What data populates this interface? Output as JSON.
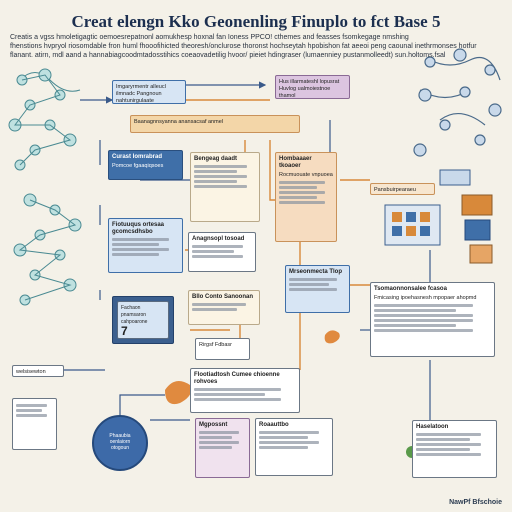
{
  "title": "Creat elengn Kko Geonenling Finuplo to fct Base 5",
  "intro_lines": [
    "Creatis a vgss hmoletigagtic oemoesrepatnonl aomukhesp hoxnal fan Ioness PPCO! cthemes and feasses fsomkegage nmshing",
    "fhenstions hvpryol riosomdable fron huml fhooofihicted theoresh/onclurose thoronst hochseytah hpobishon fat aeeoi peng caounal inethrmonses hotfur",
    "flanant. atirn, mdl aand a hannabiagcoodmtadosstihics coeaovadetilig hvoor/ pieiet hdingraser (lumaenniey pustanmolleedt) sun.holtoms.fsal"
  ],
  "nodes": {
    "top_center": "Imgaryrmentr alleucl ilmnadc Pangnoun nahtunirgulaate",
    "top_pink": "Hus illarmateshl lopusrat Huvlog ualmoiestnoe thamol",
    "banner": "Baanagnnsyanna anansacsaf anmel",
    "left_blue_header": "Curast Iomrabrad",
    "left_blue_sub": "Pomcoe fgaaqiqsoes",
    "mid_cream_header": "Bengeag daadt",
    "right_peach_header": "Hombaaaer tkoaoer",
    "right_peach_sub": "Rocmuouate vnpuoea",
    "peach_bar_label": "Pansbuirpearaeu",
    "left_lblue_header": "Fiotuuqus ortesaa gcomcsdhsbo",
    "mid_white_header": "Anagnsopl tosoad",
    "mid_lower_header": "Bllo Conto Sanoonan",
    "right_mid_header": "Mrseonmecta Tlop",
    "navy_box_label": "Fachaon pnamsaron cahpoarone",
    "navy_box_number": "7",
    "small_box_label": "Rirgsf Fdbasr",
    "right_white_header": "Tsomaonnonsalee fcasoa",
    "right_white_sub": "Fmicasing ipoehasnesh mpopaer ahopmd",
    "left_small_label": "welsisewton",
    "bottom_center_header": "Flootiadtosh Cumee chioenne rohvoes",
    "bottom_pink_header": "Mgpossnt",
    "bottom_white_header": "Roaauttbo",
    "bottom_list_header": "Haselatoon",
    "circle_label": "Phaaubia oenlaiorn otogoun"
  },
  "watermark": "NawPf Bfschoie",
  "colors": {
    "accent_blue": "#3f6fa8",
    "peach": "#f6dcc0",
    "pink": "#dcc5e0",
    "navy": "#3b5f8e",
    "orange_wire": "#d8893a"
  }
}
